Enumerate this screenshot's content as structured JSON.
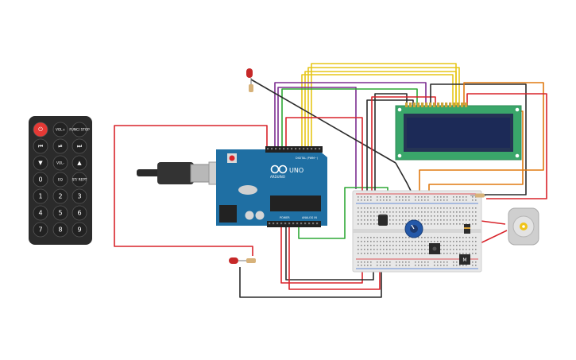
{
  "arduino": {
    "brand": "ARDUINO",
    "model": "UNO",
    "digital_label": "DIGITAL (PWM~)",
    "power_label": "POWER",
    "analog_label": "ANALOG IN"
  },
  "remote": {
    "rows": [
      [
        {
          "label": "⏻",
          "kind": "power"
        },
        {
          "label": "VOL+",
          "kind": "small"
        },
        {
          "label": "FUNC/ STOP",
          "kind": "small"
        }
      ],
      [
        {
          "label": "⏮",
          "kind": "symbol"
        },
        {
          "label": "⏯",
          "kind": "symbol"
        },
        {
          "label": "⏭",
          "kind": "symbol"
        }
      ],
      [
        {
          "label": "▼",
          "kind": "symbol"
        },
        {
          "label": "VOL-",
          "kind": "small"
        },
        {
          "label": "▲",
          "kind": "symbol"
        }
      ],
      [
        {
          "label": "0",
          "kind": "digit"
        },
        {
          "label": "EQ",
          "kind": "small"
        },
        {
          "label": "ST/ REPT",
          "kind": "small"
        }
      ],
      [
        {
          "label": "1",
          "kind": "digit"
        },
        {
          "label": "2",
          "kind": "digit"
        },
        {
          "label": "3",
          "kind": "digit"
        }
      ],
      [
        {
          "label": "4",
          "kind": "digit"
        },
        {
          "label": "5",
          "kind": "digit"
        },
        {
          "label": "6",
          "kind": "digit"
        }
      ],
      [
        {
          "label": "7",
          "kind": "digit"
        },
        {
          "label": "8",
          "kind": "digit"
        },
        {
          "label": "9",
          "kind": "digit"
        }
      ]
    ]
  },
  "colors": {
    "wire_red": "#d8232a",
    "wire_black": "#2b2b2b",
    "wire_yellow": "#e6c619",
    "wire_purple": "#7b2d91",
    "wire_green": "#2fa836",
    "wire_orange": "#e07a10",
    "arduino_blue": "#1f6fa3",
    "lcd_green": "#3aa66a",
    "lcd_screen": "#1c2a57",
    "remote_body": "#2b2b2b",
    "breadboard": "#e8e8e8"
  },
  "components": [
    "ir-remote",
    "usb-cable",
    "arduino-uno",
    "lcd-16x2",
    "breadboard",
    "potentiometer",
    "dc-motor",
    "led-top",
    "led-bottom"
  ]
}
